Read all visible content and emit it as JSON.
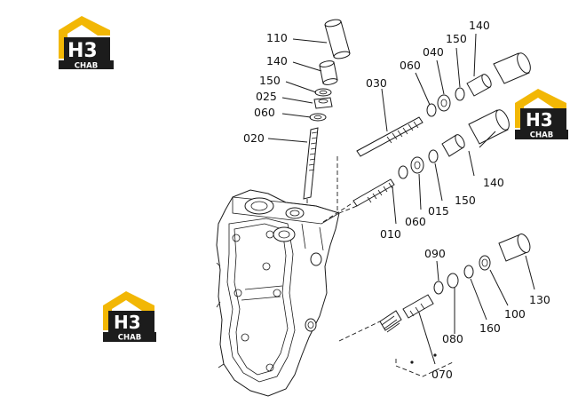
{
  "part_labels": [
    {
      "id": "110",
      "text": "110"
    },
    {
      "id": "140a",
      "text": "140"
    },
    {
      "id": "150a",
      "text": "150"
    },
    {
      "id": "025",
      "text": "025"
    },
    {
      "id": "060a",
      "text": "060"
    },
    {
      "id": "020",
      "text": "020"
    },
    {
      "id": "030",
      "text": "030"
    },
    {
      "id": "060b",
      "text": "060"
    },
    {
      "id": "040",
      "text": "040"
    },
    {
      "id": "150b",
      "text": "150"
    },
    {
      "id": "140b",
      "text": "140"
    },
    {
      "id": "140c",
      "text": "140"
    },
    {
      "id": "150c",
      "text": "150"
    },
    {
      "id": "015",
      "text": "015"
    },
    {
      "id": "060c",
      "text": "060"
    },
    {
      "id": "010",
      "text": "010"
    },
    {
      "id": "090",
      "text": "090"
    },
    {
      "id": "130",
      "text": "130"
    },
    {
      "id": "100",
      "text": "100"
    },
    {
      "id": "160",
      "text": "160"
    },
    {
      "id": "080",
      "text": "080"
    },
    {
      "id": "070",
      "text": "070"
    }
  ],
  "logo": {
    "mark": "H3",
    "caption": "CHAB",
    "color_yellow": "#f2b705",
    "color_dark": "#1c1c1c"
  }
}
